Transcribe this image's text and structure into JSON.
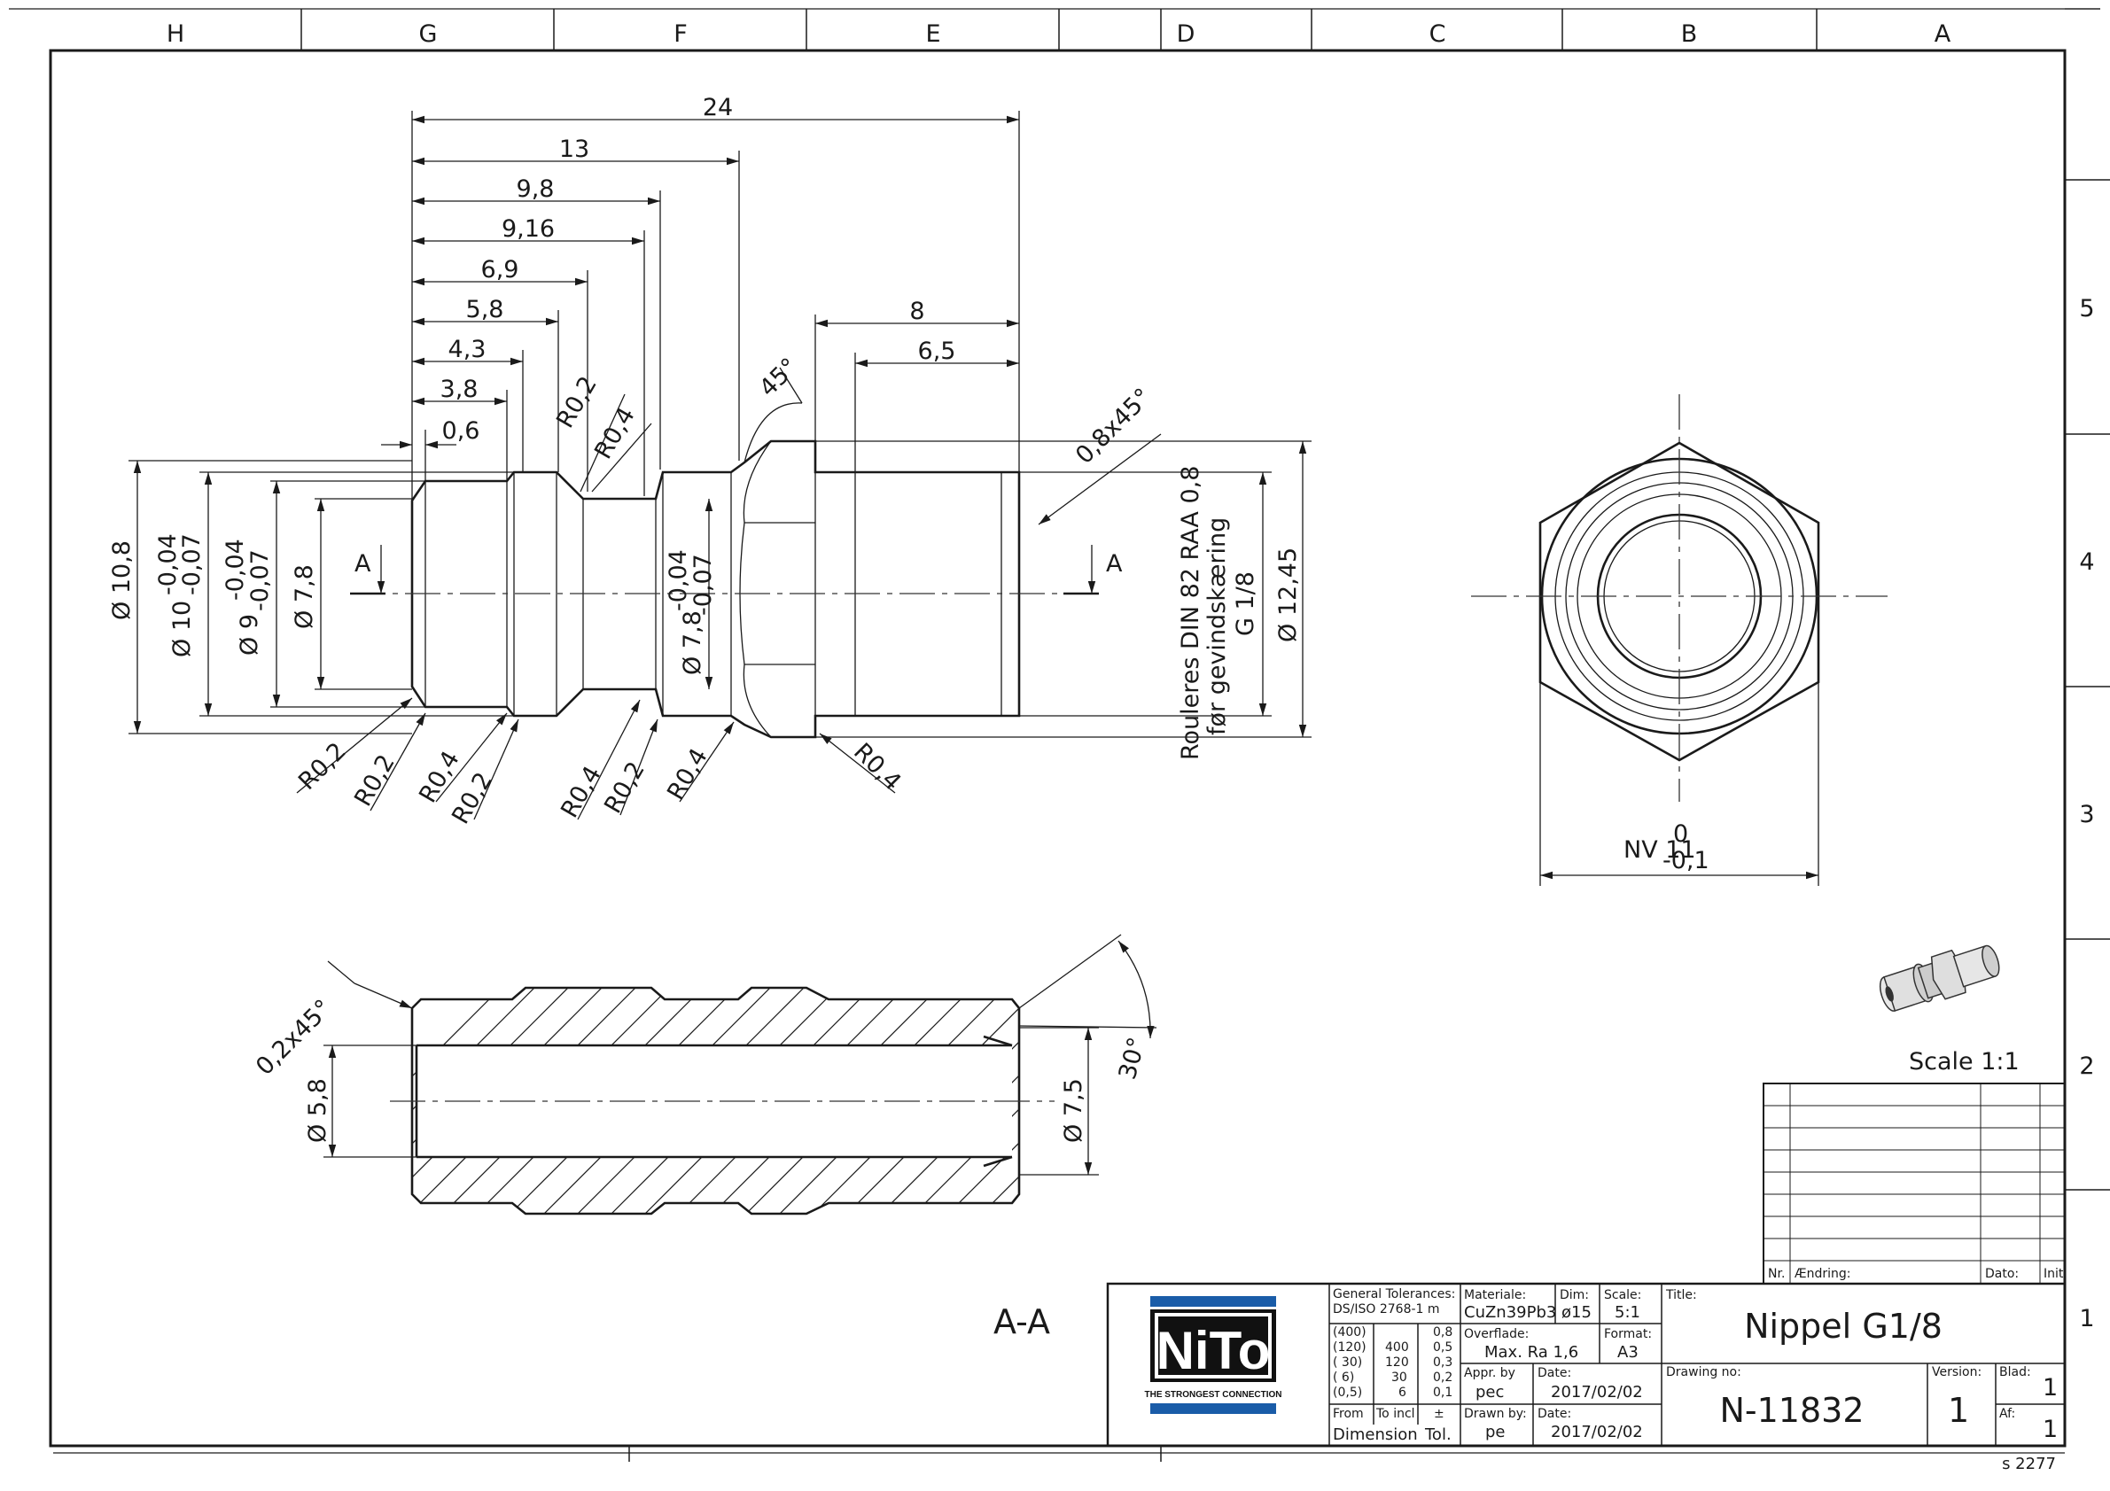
{
  "border": {
    "columns": [
      "H",
      "G",
      "F",
      "E",
      "D",
      "C",
      "B",
      "A"
    ],
    "rows": [
      "5",
      "4",
      "3",
      "2",
      "1"
    ]
  },
  "front_view": {
    "top_dims": [
      "24",
      "13",
      "9,8",
      "9,16",
      "6,9",
      "5,8",
      "4,3",
      "3,8",
      "0,6"
    ],
    "hex_dims": [
      "8",
      "6,5"
    ],
    "chamfer_45": "45°",
    "chamfer_08": "0,8x45°",
    "left_diams": {
      "d108": "Ø 10,8",
      "d10": "Ø 10",
      "d10_tol_up": "-0,04",
      "d10_tol_lo": "-0,07",
      "d9": "Ø 9",
      "d9_tol_up": "-0,04",
      "d9_tol_lo": "-0,07",
      "d78": "Ø 7,8"
    },
    "mid_diam": {
      "d78": "Ø 7,8",
      "tol_up": "-0,04",
      "tol_lo": "-0,07"
    },
    "radius_top": [
      "R0,2",
      "R0,4"
    ],
    "radius_bottom": [
      "R0,2",
      "R0,2",
      "R0,4",
      "R0,2",
      "R0,4",
      "R0,2",
      "R0,4"
    ],
    "radius_hex": "R0,4",
    "section_mark": "A",
    "thread_note": [
      "Rouleres DIN 82 RAA 0,8",
      "før gevindskæring",
      "G 1/8"
    ],
    "d1245": "Ø 12,45"
  },
  "end_view": {
    "nv_label": "NV 11",
    "nv_tol_up": "0",
    "nv_tol_lo": "-0,1"
  },
  "section_view": {
    "chamfer": "0,2x45°",
    "d58": "Ø 5,8",
    "d75": "Ø 7,5",
    "angle": "30°",
    "label": "A-A"
  },
  "iso": {
    "scale": "Scale 1:1"
  },
  "revision_table": {
    "headers": {
      "nr": "Nr.",
      "change": "Ændring:",
      "date": "Dato:",
      "init": "Init."
    }
  },
  "title_block": {
    "logo": {
      "word": "NiTo",
      "tagline": "THE STRONGEST CONNECTION"
    },
    "general_tolerances": "General Tolerances:",
    "standard": "DS/ISO 2768-1 m",
    "tol_rows": [
      [
        "(400)",
        "",
        "0,8"
      ],
      [
        "(120)",
        "400",
        "0,5"
      ],
      [
        "( 30)",
        "120",
        "0,3"
      ],
      [
        "( 6)",
        "30",
        "0,2"
      ],
      [
        "(0,5)",
        "6",
        "0,1"
      ]
    ],
    "tol_footer": {
      "from": "From",
      "to": "To incl",
      "pm": "±",
      "dimension": "Dimension",
      "tol": "Tol."
    },
    "materiale_label": "Materiale:",
    "materiale": "CuZn39Pb3",
    "dim_label": "Dim:",
    "dim": "ø15",
    "scale_label": "Scale:",
    "scale": "5:1",
    "overflade_label": "Overflade:",
    "overflade": "Max. Ra 1,6",
    "format_label": "Format:",
    "format": "A3",
    "appr_label": "Appr. by",
    "appr": "pec",
    "date_label_1": "Date:",
    "date_1": "2017/02/02",
    "drawn_label": "Drawn by:",
    "drawn": "pe",
    "date_label_2": "Date:",
    "date_2": "2017/02/02",
    "title_label": "Title:",
    "title": "Nippel G1/8",
    "drawing_no_label": "Drawing no:",
    "drawing_no": "N-11832",
    "version_label": "Version:",
    "version": "1",
    "blad_label": "Blad:",
    "blad": "1",
    "af_label": "Af:",
    "af": "1"
  },
  "sheet_id": "s 2277"
}
